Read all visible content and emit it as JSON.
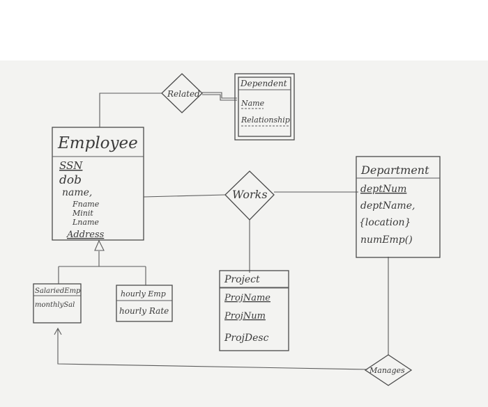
{
  "entities": {
    "employee": {
      "title": "Employee",
      "attrs": [
        "SSN",
        "dob",
        "name,",
        "Fname",
        "Minit",
        "Lname",
        "Address"
      ]
    },
    "dependent": {
      "title": "Dependent",
      "attrs": [
        "Name",
        "Relationship"
      ]
    },
    "department": {
      "title": "Department",
      "attrs": [
        "deptNum",
        "deptName,",
        "{location}",
        "numEmp()"
      ]
    },
    "project": {
      "title": "Project",
      "attrs": [
        "ProjName",
        "ProjNum",
        "ProjDesc"
      ]
    },
    "salaried": {
      "title": "SalariedEmp",
      "attrs": [
        "monthlySal"
      ]
    },
    "hourly": {
      "title": "hourly Emp",
      "attrs": [
        "hourly Rate"
      ]
    }
  },
  "relationships": {
    "related": "Related",
    "works": "Works",
    "manages": "Manages"
  }
}
